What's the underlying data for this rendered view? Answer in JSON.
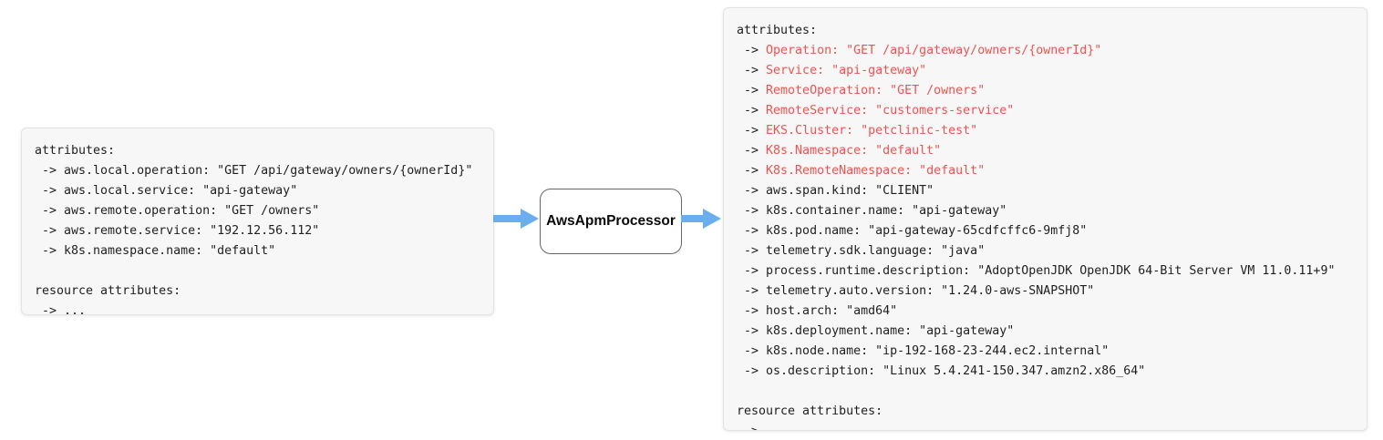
{
  "diagram": {
    "processor": {
      "label": "AwsApmProcessor",
      "border_color": "#666666"
    },
    "arrow_color": "#6aaef0",
    "highlight_color": "#ef5350",
    "text_color": "#1f1f1f",
    "panel_bg": "#f7f7f7"
  },
  "input_panel": {
    "name": "input-attributes-panel",
    "lines": [
      {
        "text": "attributes:",
        "highlight": false,
        "indent": 0
      },
      {
        "text": " -> aws.local.operation: \"GET /api/gateway/owners/{ownerId}\"",
        "highlight": false,
        "indent": 0
      },
      {
        "text": " -> aws.local.service: \"api-gateway\"",
        "highlight": false,
        "indent": 0
      },
      {
        "text": " -> aws.remote.operation: \"GET /owners\"",
        "highlight": false,
        "indent": 0
      },
      {
        "text": " -> aws.remote.service: \"192.12.56.112\"",
        "highlight": false,
        "indent": 0
      },
      {
        "text": " -> k8s.namespace.name: \"default\"",
        "highlight": false,
        "indent": 0
      },
      {
        "text": "",
        "highlight": false,
        "indent": 0
      },
      {
        "text": "resource attributes:",
        "highlight": false,
        "indent": 0
      },
      {
        "text": " -> ...",
        "highlight": false,
        "indent": 0
      }
    ]
  },
  "output_panel": {
    "name": "output-attributes-panel",
    "lines": [
      {
        "text": "attributes:",
        "highlight": false
      },
      {
        "prefix": " -> ",
        "text": "Operation: \"GET /api/gateway/owners/{ownerId}\"",
        "highlight": true
      },
      {
        "prefix": " -> ",
        "text": "Service: \"api-gateway\"",
        "highlight": true
      },
      {
        "prefix": " -> ",
        "text": "RemoteOperation: \"GET /owners\"",
        "highlight": true
      },
      {
        "prefix": " -> ",
        "text": "RemoteService: \"customers-service\"",
        "highlight": true
      },
      {
        "prefix": " -> ",
        "text": "EKS.Cluster: \"petclinic-test\"",
        "highlight": true
      },
      {
        "prefix": " -> ",
        "text": "K8s.Namespace: \"default\"",
        "highlight": true
      },
      {
        "prefix": " -> ",
        "text": "K8s.RemoteNamespace: \"default\"",
        "highlight": true
      },
      {
        "prefix": " -> ",
        "text": "aws.span.kind: \"CLIENT\"",
        "highlight": false
      },
      {
        "prefix": " -> ",
        "text": "k8s.container.name: \"api-gateway\"",
        "highlight": false
      },
      {
        "prefix": " -> ",
        "text": "k8s.pod.name: \"api-gateway-65cdfcffc6-9mfj8\"",
        "highlight": false
      },
      {
        "prefix": " -> ",
        "text": "telemetry.sdk.language: \"java\"",
        "highlight": false
      },
      {
        "prefix": " -> ",
        "text": "process.runtime.description: \"AdoptOpenJDK OpenJDK 64-Bit Server VM 11.0.11+9\"",
        "highlight": false
      },
      {
        "prefix": " -> ",
        "text": "telemetry.auto.version: \"1.24.0-aws-SNAPSHOT\"",
        "highlight": false
      },
      {
        "prefix": " -> ",
        "text": "host.arch: \"amd64\"",
        "highlight": false
      },
      {
        "prefix": " -> ",
        "text": "k8s.deployment.name: \"api-gateway\"",
        "highlight": false
      },
      {
        "prefix": " -> ",
        "text": "k8s.node.name: \"ip-192-168-23-244.ec2.internal\"",
        "highlight": false
      },
      {
        "prefix": " -> ",
        "text": "os.description: \"Linux 5.4.241-150.347.amzn2.x86_64\"",
        "highlight": false
      },
      {
        "text": "",
        "highlight": false
      },
      {
        "text": "resource attributes:",
        "highlight": false
      },
      {
        "text": " -> ...",
        "highlight": false
      }
    ]
  }
}
